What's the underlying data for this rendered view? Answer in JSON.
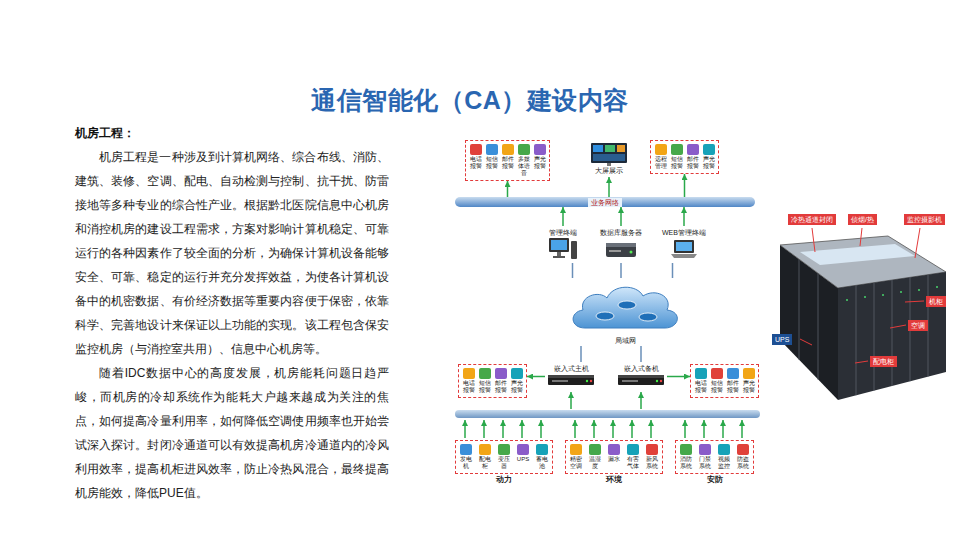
{
  "diagram": {
    "title": "通信智能化（CA）建设内容",
    "nodes": [
      {
        "text": [
          "电话报警",
          "短信报警",
          "邮件报警",
          "多媒体语音",
          "声光报警"
        ]
      },
      {
        "text": [
          "大屏展示"
        ]
      },
      {
        "text": [
          "远程管理",
          "短信报警",
          "邮件报警",
          "声光报警"
        ]
      },
      {
        "text": [
          "业务网络"
        ]
      },
      {
        "text": [
          "管理终端"
        ]
      },
      {
        "text": [
          "数据库服务器"
        ]
      },
      {
        "text": [
          "WEB管理终端"
        ]
      },
      {
        "text": [
          "局域网"
        ]
      },
      {
        "text": [
          "电话报警",
          "短信报警",
          "邮件报警",
          "声光报警"
        ]
      },
      {
        "text": [
          "嵌入式主机"
        ]
      },
      {
        "text": [
          "嵌入式备机"
        ]
      },
      {
        "text": [
          "电话报警",
          "短信报警",
          "邮件报警",
          "声光报警"
        ]
      },
      {
        "text": [
          "动力",
          "发电机",
          "配电柜",
          "变压器",
          "UPS",
          "蓄电池"
        ]
      },
      {
        "text": [
          "环境",
          "精密空调",
          "温湿度",
          "漏水",
          "有害气体",
          "新风系统"
        ]
      },
      {
        "text": [
          "安防",
          "消防系统",
          "门禁系统",
          "视频监控",
          "防盗系统"
        ]
      },
      {
        "text": [
          "冷热通道封闭"
        ]
      },
      {
        "text": [
          "侦烟/热"
        ]
      },
      {
        "text": [
          "监控摄影机"
        ]
      },
      {
        "text": [
          "机柜"
        ]
      },
      {
        "text": [
          "空调"
        ]
      },
      {
        "text": [
          "UPS"
        ]
      },
      {
        "text": [
          "配电柜"
        ]
      }
    ],
    "edges": [
      {
        "from": 3,
        "to": 0,
        "arrow": "to"
      },
      {
        "from": 3,
        "to": 1,
        "arrow": "to"
      },
      {
        "from": 3,
        "to": 2,
        "arrow": "to"
      },
      {
        "from": 4,
        "to": 3,
        "arrow": "to"
      },
      {
        "from": 5,
        "to": 3,
        "arrow": "to"
      },
      {
        "from": 6,
        "to": 3,
        "arrow": "to"
      },
      {
        "from": 7,
        "to": 4,
        "arrow": "none"
      },
      {
        "from": 7,
        "to": 5,
        "arrow": "none"
      },
      {
        "from": 7,
        "to": 6,
        "arrow": "none"
      },
      {
        "from": 9,
        "to": 7,
        "arrow": "none"
      },
      {
        "from": 10,
        "to": 7,
        "arrow": "none"
      },
      {
        "from": 9,
        "to": 8,
        "arrow": "to"
      },
      {
        "from": 10,
        "to": 11,
        "arrow": "to"
      }
    ],
    "labels": [
      "机房工程：",
      "机房工程是一种涉及到计算机网络、综合布线、消防、建筑、装修、空调、配电、自动检测与控制、抗干扰、防雷接地等多种专业的综合性产业。根据黔北医院信息中心机房和消控机房的建设工程需求，方案对影响计算机稳定、可靠运行的各种因素作了较全面的分析，为确保计算机设备能够安全、可靠、稳定的运行并充分发挥效益，为使各计算机设备中的机密数据、有价经济数据等重要内容便于保密，依靠科学、完善地设计来保证以上功能的实现。该工程包含保安监控机房（与消控室共用）、信息中心机房等。",
      "随着IDC数据中心的高度发展，机房能耗问题日趋严峻，而机房的冷却系统作为能耗大户越来越成为关注的焦点，如何提高冷量利用率，如何降低空调使用频率也开始尝试深入探讨。封闭冷通道可以有效提高机房冷通道内的冷风利用效率，提高机柜进风效率，防止冷热风混合，最终提高机房能效，降低PUE值。"
    ]
  }
}
